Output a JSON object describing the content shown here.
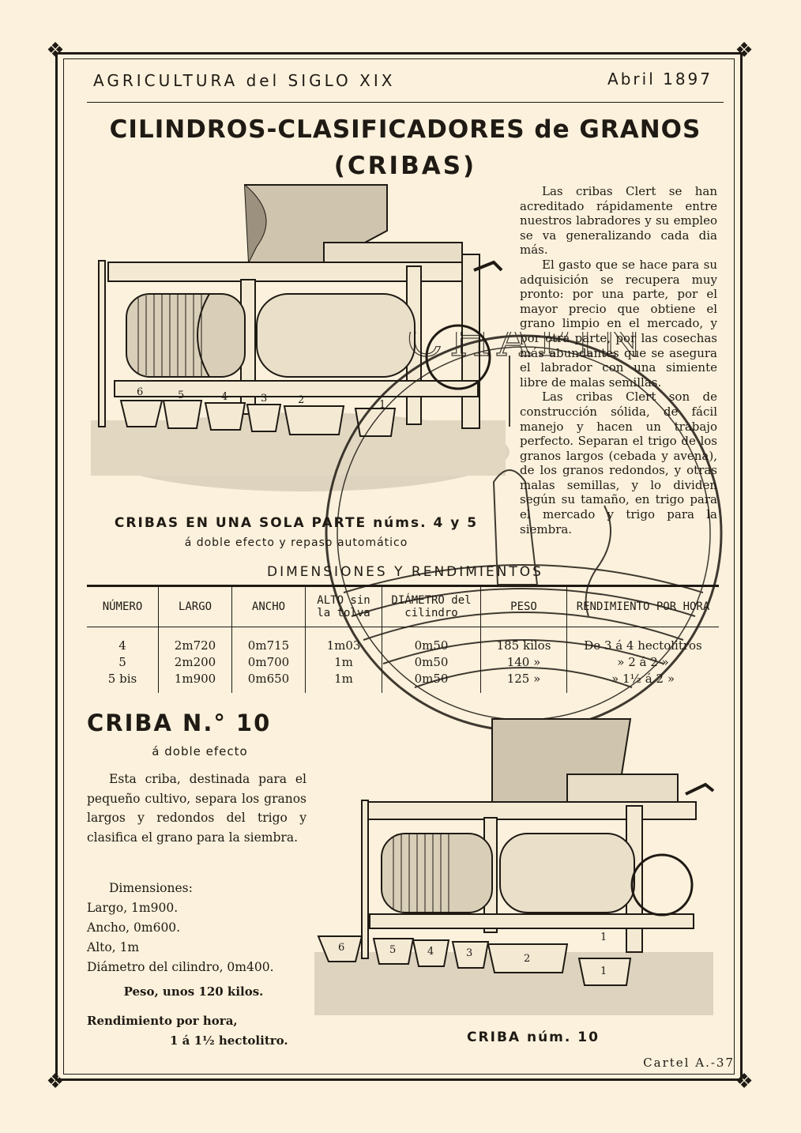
{
  "header": {
    "left": "AGRICULTURA del SIGLO XIX",
    "right": "Abril 1897"
  },
  "title": {
    "line1": "CILINDROS-CLASIFICADORES de GRANOS",
    "line2": "(CRIBAS)"
  },
  "intro": {
    "p1": "Las cribas Clert se han acreditado rápidamente entre nuestros labradores y su empleo se va generalizando cada dia más.",
    "p2": "El gasto que se hace para su adquisición se recupera muy pronto: por una parte, por el mayor precio que obtiene el grano limpio en el mercado, y por otra parte, por las cosechas más abundantes que se asegura el labrador con una simiente libre de malas semillas.",
    "p3": "Las cribas Clert son de construcción sólida, de fácil manejo y hacen un trabajo perfecto. Separan el trigo de los granos largos (cebada y avena), de los granos redondos, y otras malas semillas, y lo dividen según su tamaño, en trigo para el mercado y trigo para la siembra."
  },
  "caption1": {
    "main": "CRIBAS EN UNA SOLA PARTE núms. 4 y 5",
    "sub": "á doble efecto y repaso automático"
  },
  "dimensions": {
    "title": "DIMENSIONES Y RENDIMIENTOS",
    "headers": [
      "NÚMERO",
      "LARGO",
      "ANCHO",
      "ALTO sin la tolva",
      "DIÁMETRO del cilindro",
      "PESO",
      "RENDIMIENTO POR HORA"
    ],
    "rows": [
      [
        "4",
        "2m720",
        "0m715",
        "1m03",
        "0m50",
        "185 kilos",
        "De 3 á 4 hectolitros"
      ],
      [
        "5",
        "2m200",
        "0m700",
        "1m",
        "0m50",
        "140 »",
        "» 2 á 2 »"
      ],
      [
        "5 bis",
        "1m900",
        "0m650",
        "1m",
        "0m50",
        "125 »",
        "» 1½ á 2 »"
      ]
    ]
  },
  "criba10": {
    "title": "CRIBA N.° 10",
    "subtitle": "á doble efecto",
    "description": "Esta criba, destinada para el pequeño cultivo, separa los granos largos y redondos del trigo y clasifica el grano para la siembra.",
    "dims_heading": "Dimensiones:",
    "dims": [
      "Largo, 1m900.",
      "Ancho, 0m600.",
      "Alto, 1m",
      "Diámetro del cilindro, 0m400."
    ],
    "weight": "Peso, unos 120 kilos.",
    "yield_line1": "Rendimiento por hora,",
    "yield_line2": "1 á 1½ hectolitro."
  },
  "caption2": "CRIBA núm. 10",
  "cartel": "Cartel A.-37",
  "watermark_text": "CHAPIN"
}
